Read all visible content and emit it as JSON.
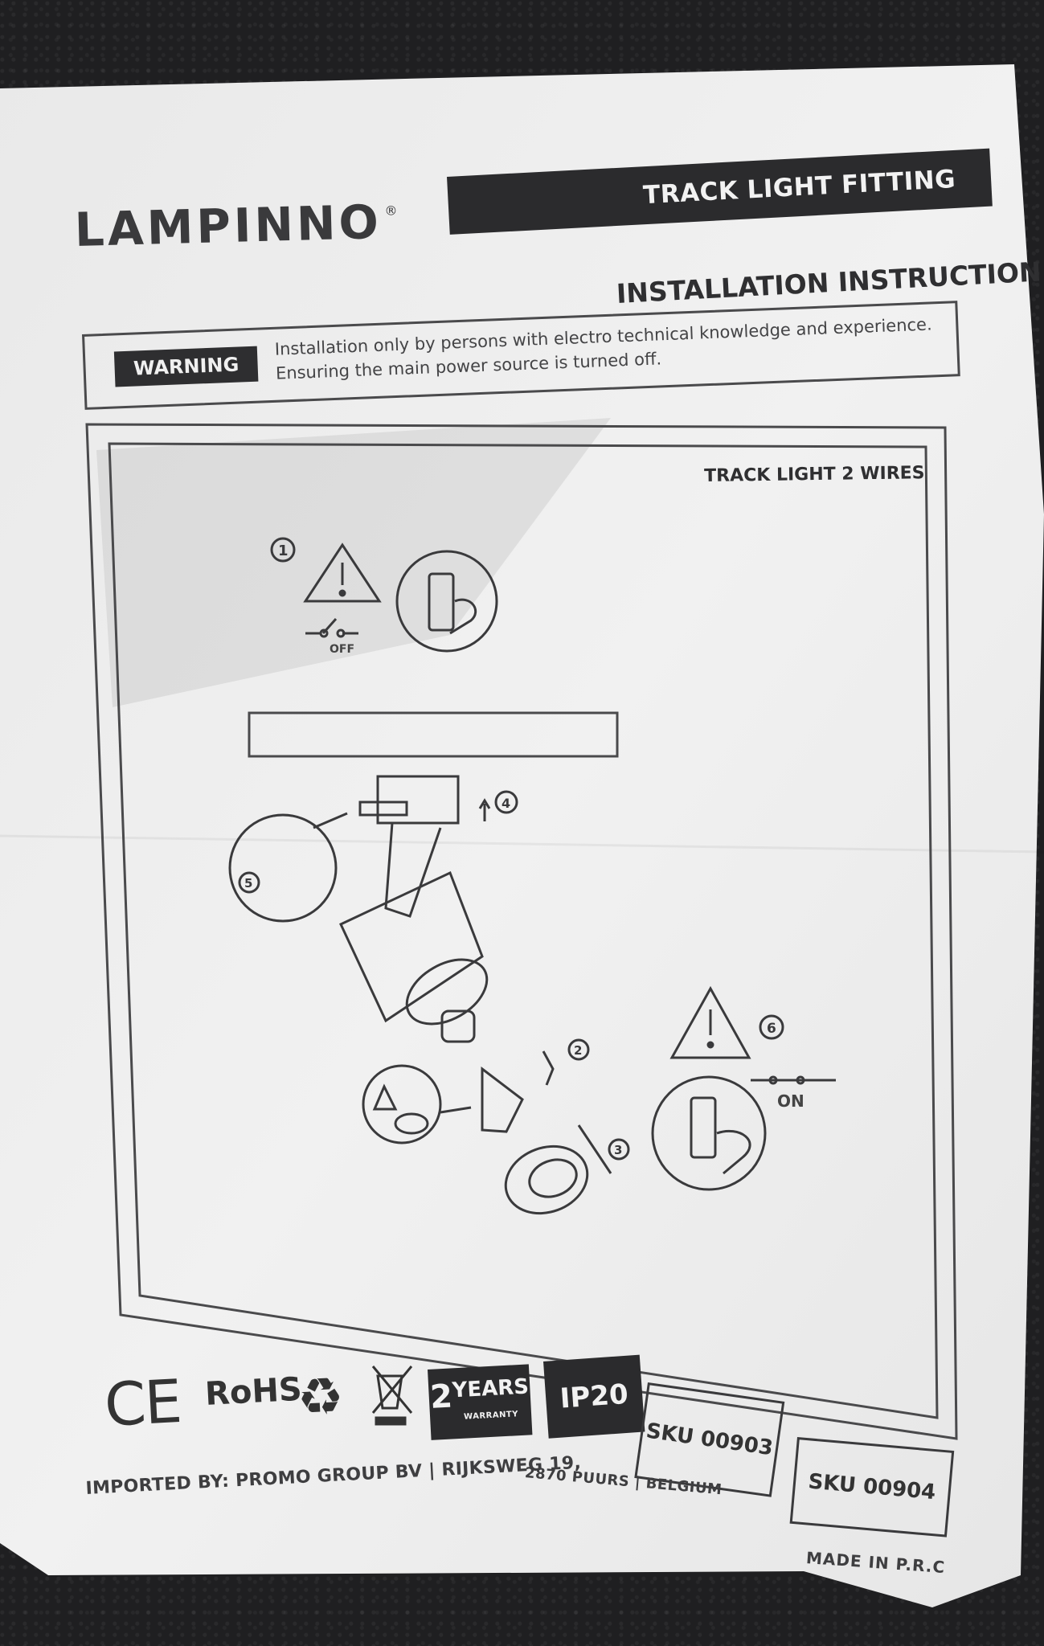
{
  "brand": {
    "name": "LAMPINNO",
    "registered_mark": "®"
  },
  "header": {
    "title": "TRACK LIGHT FITTING",
    "subtitle": "INSTALLATION INSTRUCTION"
  },
  "warning": {
    "badge": "WARNING",
    "line1": "Installation only by persons with electro technical knowledge and experience.",
    "line2": "Ensuring the main power source is turned off."
  },
  "diagram": {
    "heading": "TRACK LIGHT 2 WIRES",
    "off_label": "OFF",
    "on_label": "ON",
    "step_numbers": [
      "1",
      "2",
      "3",
      "4",
      "5",
      "6"
    ],
    "icons": [
      "warning-triangle-icon",
      "switch-off-icon",
      "switch-hand-icon",
      "track-light-fixture-icon",
      "gu10-bulb-icon",
      "lens-ring-icon",
      "switch-on-icon"
    ]
  },
  "certifications": {
    "ce": "CE",
    "rohs": "RoHS",
    "warranty_number": "2",
    "warranty_years": "YEARS",
    "warranty_word": "WARRANTY",
    "ip": "IP20",
    "icons": [
      "ce-mark-icon",
      "recycle-icon",
      "weee-bin-icon"
    ]
  },
  "sku": {
    "sku1": "SKU 00903",
    "sku2": "SKU 00904"
  },
  "footer": {
    "importer": "IMPORTED BY: PROMO GROUP BV  |  RIJKSWEG 19, 2870 PUURS | BELGIUM",
    "importer_part1": "IMPORTED BY: PROMO GROUP BV  |  RIJKSWEG 19,",
    "importer_part2": "2870 PUURS | BELGIUM",
    "origin": "MADE IN P.R.C"
  },
  "colors": {
    "ink": "#2b2b2d",
    "paper": "#ececec",
    "background": "#1f1f21"
  }
}
